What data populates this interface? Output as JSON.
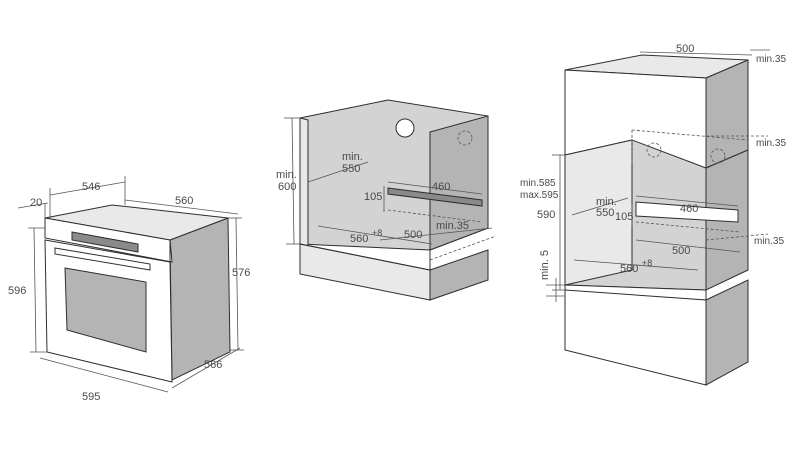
{
  "oven": {
    "depth_front_panel": "20",
    "depth_body_top": "546",
    "width_top": "560",
    "height_body": "576",
    "height_total": "596",
    "width_front": "595",
    "depth_total": "566"
  },
  "under_counter": {
    "min_height_label": "min.",
    "min_height_value": "600",
    "min_depth_label": "min.",
    "min_depth_value": "550",
    "vent_width": "460",
    "vent_height": "105",
    "niche_width": "560",
    "niche_width_tol": "+8",
    "base_depth": "500",
    "gap_min": "min.35"
  },
  "tall_unit": {
    "top_width": "500",
    "gap_top": "min.35",
    "gap_mid": "min.35",
    "niche_height_range_1": "min.585",
    "niche_height_range_2": "max.595",
    "niche_height": "590",
    "min_depth_label": "min.",
    "min_depth_value": "550",
    "vent_width": "460",
    "vent_height": "105",
    "base_depth": "500",
    "gap_right": "min.35",
    "niche_width": "560",
    "niche_width_tol": "+8",
    "bottom_gap": "min. 5"
  }
}
